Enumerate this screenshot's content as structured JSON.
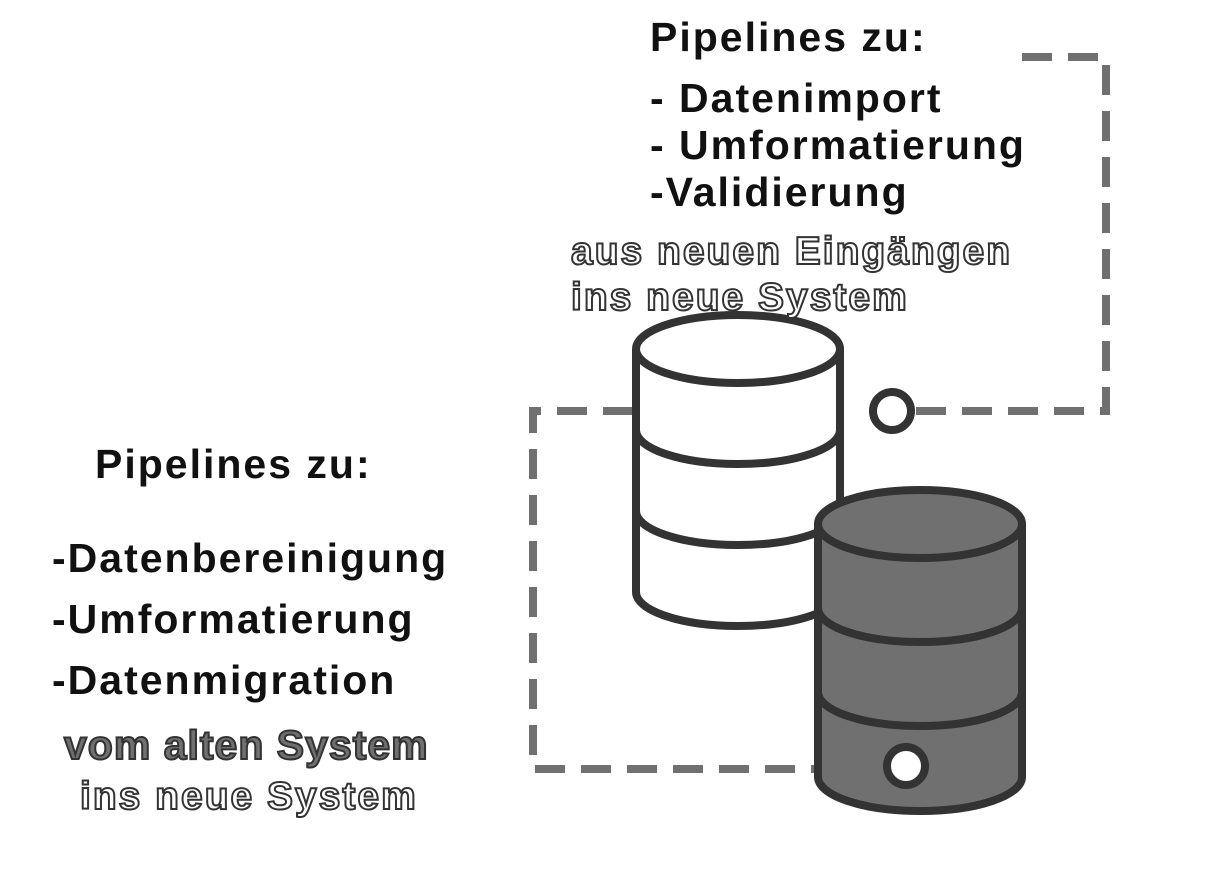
{
  "top_block": {
    "heading": "Pipelines zu:",
    "items": [
      "- Datenimport",
      "- Umformatierung",
      "-Validierung"
    ],
    "note_line1": "aus neuen Eingängen",
    "note_line2": "ins neue System"
  },
  "bottom_block": {
    "heading": "Pipelines zu:",
    "items": [
      "-Datenbereinigung",
      "-Umformatierung",
      "-Datenmigration"
    ],
    "note_line1": "vom alten System",
    "note_line2": "ins neue System"
  },
  "colors": {
    "outline": "#333333",
    "dashed_line": "#707070",
    "new_database_fill": "#ffffff",
    "old_database_fill": "#707070"
  },
  "icons": [
    "new-database-icon",
    "old-database-icon"
  ]
}
